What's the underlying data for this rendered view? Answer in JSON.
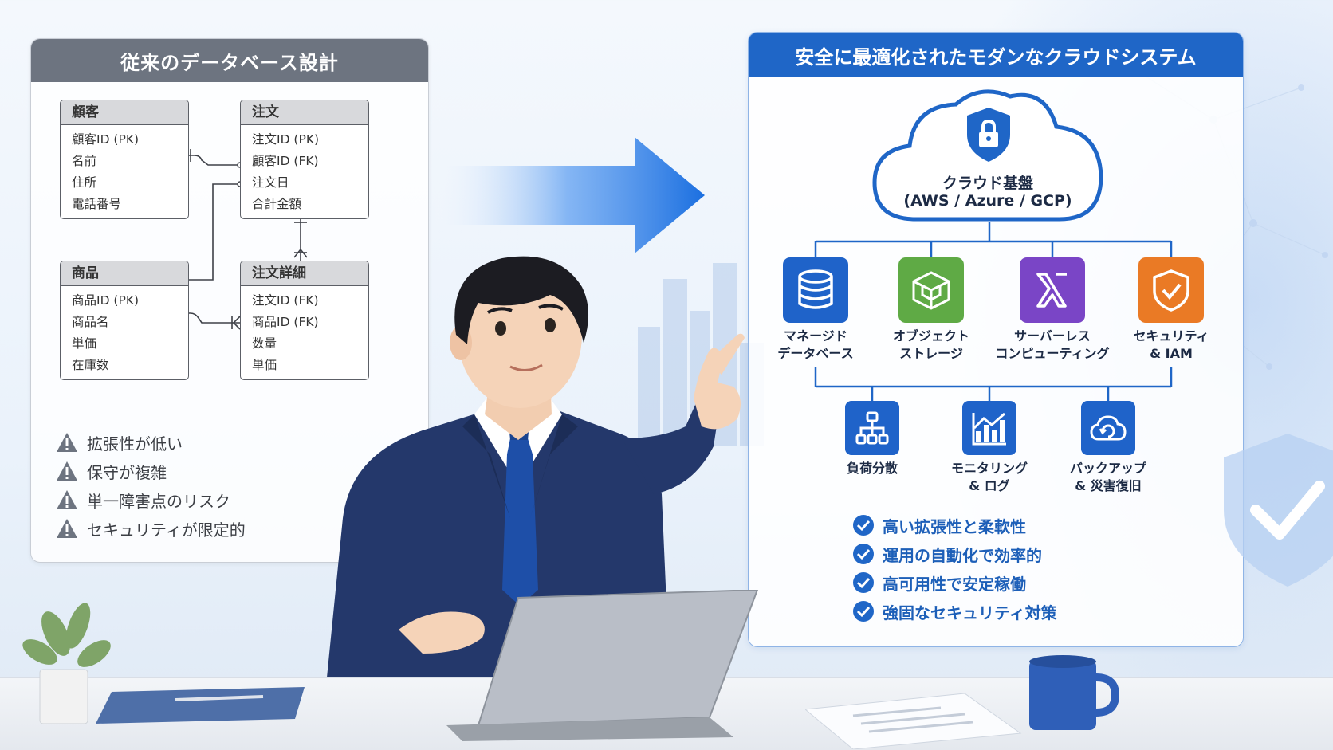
{
  "left_panel": {
    "title": "従来のデータベース設計",
    "tables": [
      {
        "name": "顧客",
        "fields": [
          "顧客ID (PK)",
          "名前",
          "住所",
          "電話番号"
        ]
      },
      {
        "name": "注文",
        "fields": [
          "注文ID (PK)",
          "顧客ID (FK)",
          "注文日",
          "合計金額"
        ]
      },
      {
        "name": "商品",
        "fields": [
          "商品ID (PK)",
          "商品名",
          "単価",
          "在庫数"
        ]
      },
      {
        "name": "注文詳細",
        "fields": [
          "注文ID (FK)",
          "商品ID (FK)",
          "数量",
          "単価"
        ]
      }
    ],
    "issues": [
      "拡張性が低い",
      "保守が複雑",
      "単一障害点のリスク",
      "セキュリティが限定的"
    ],
    "issue_icon": "warning-triangle-icon"
  },
  "right_panel": {
    "title": "安全に最適化されたモダンなクラウドシステム",
    "cloud": {
      "line1": "クラウド基盤",
      "line2": "(AWS / Azure / GCP)",
      "icon": "lock-shield-icon"
    },
    "services_top": [
      {
        "label": "マネージド\nデータベース",
        "icon": "database-icon",
        "color": "#1f63c9"
      },
      {
        "label": "オブジェクト\nストレージ",
        "icon": "cube-icon",
        "color": "#5faa45"
      },
      {
        "label": "サーバーレス\nコンピューティング",
        "icon": "lambda-icon",
        "color": "#7a45c6"
      },
      {
        "label": "セキュリティ\n& IAM",
        "icon": "security-shield-icon",
        "color": "#ea7a25"
      }
    ],
    "services_bottom": [
      {
        "label": "負荷分散",
        "icon": "load-balancer-icon",
        "color": "#1f63c9"
      },
      {
        "label": "モニタリング\n& ログ",
        "icon": "chart-icon",
        "color": "#1f63c9"
      },
      {
        "label": "バックアップ\n& 災害復旧",
        "icon": "cloud-backup-icon",
        "color": "#1f63c9"
      }
    ],
    "benefits": [
      "高い拡張性と柔軟性",
      "運用の自動化で効率的",
      "高可用性で安定稼働",
      "強固なセキュリティ対策"
    ],
    "benefit_icon": "check-circle-icon"
  },
  "colors": {
    "accent": "#1f66c7",
    "warning": "#6d7480",
    "arrow": "#1b6fe0"
  }
}
